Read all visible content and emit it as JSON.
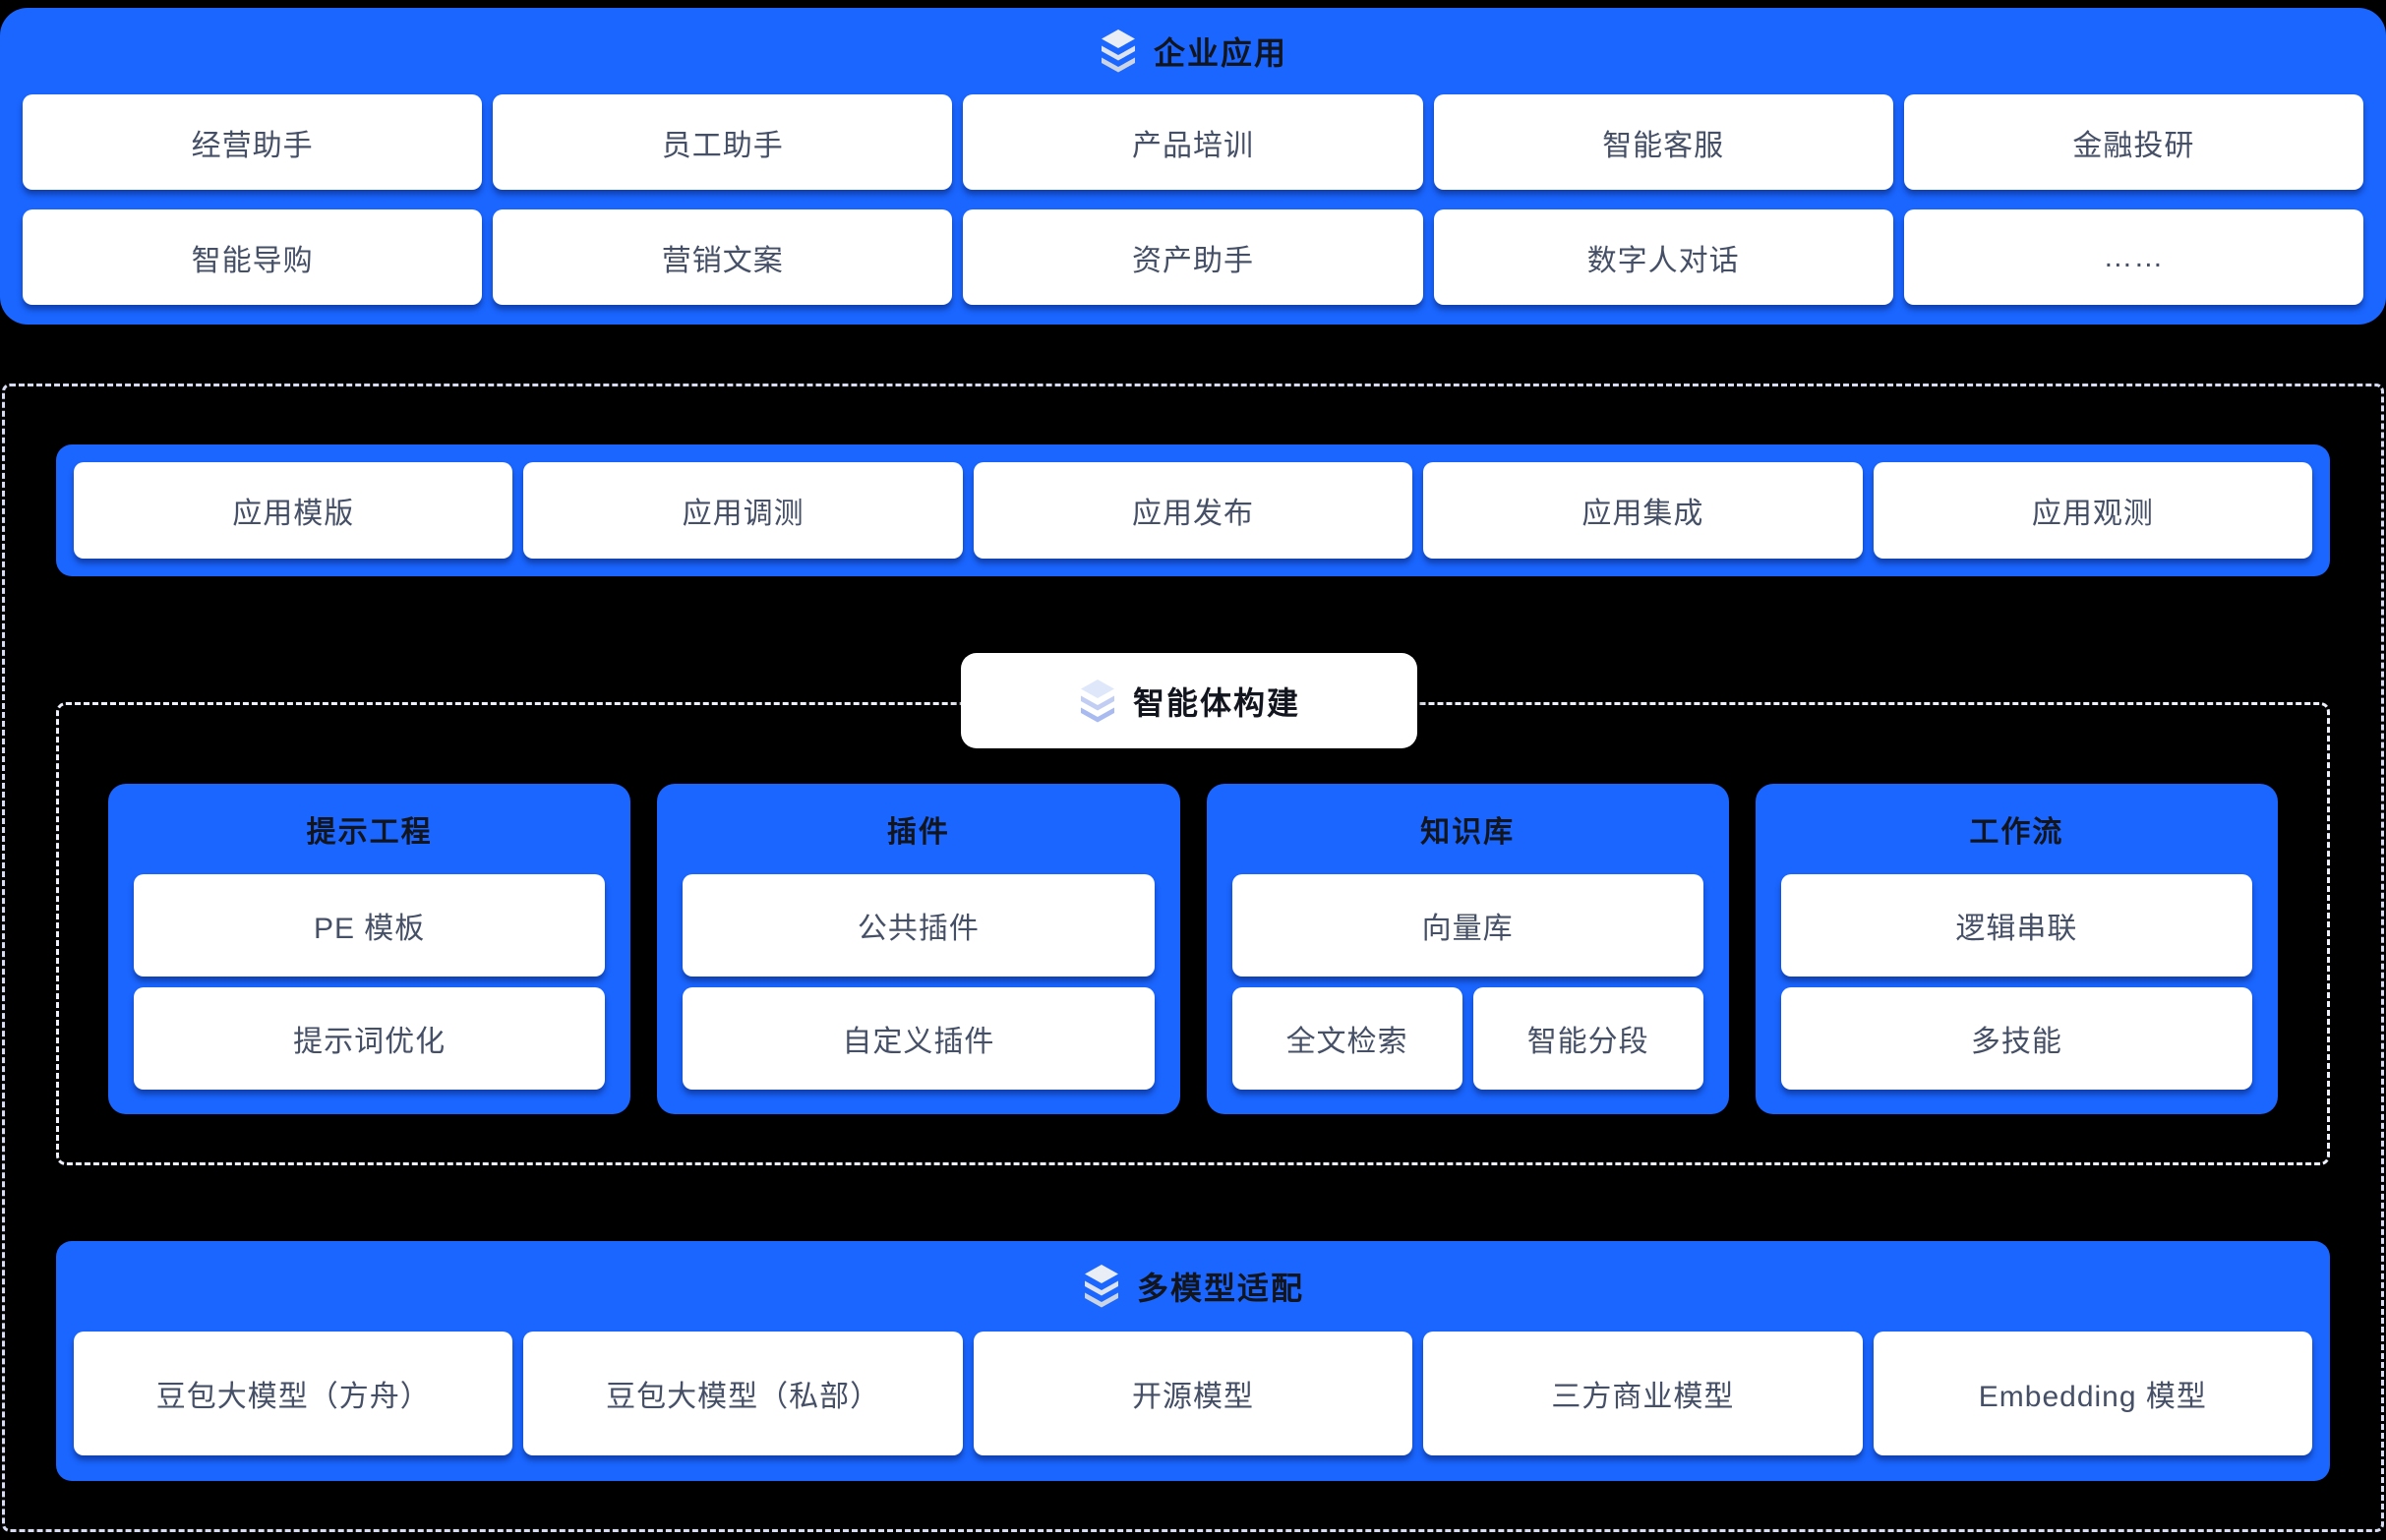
{
  "colors": {
    "primary_blue": "#1a66ff",
    "box_text": "#454f66",
    "title_text": "#12151d",
    "outer_dash": "#d7dcf2",
    "inner_dash": "#eef1fb",
    "background": "#000000"
  },
  "enterprise_apps": {
    "icon": "layers-icon",
    "title": "企业应用",
    "apps_row1": [
      "经营助手",
      "员工助手",
      "产品培训",
      "智能客服",
      "金融投研"
    ],
    "apps_row2": [
      "智能导购",
      "营销文案",
      "资产助手",
      "数字人对话",
      "……"
    ]
  },
  "app_toolbar": {
    "items": [
      "应用模版",
      "应用调测",
      "应用发布",
      "应用集成",
      "应用观测"
    ]
  },
  "agent_building": {
    "icon": "layers-icon",
    "title": "智能体构建",
    "cards": [
      {
        "title": "提示工程",
        "items": [
          "PE 模板",
          "提示词优化"
        ]
      },
      {
        "title": "插件",
        "items": [
          "公共插件",
          "自定义插件"
        ]
      },
      {
        "title": "知识库",
        "item_full": "向量库",
        "items_split": [
          "全文检索",
          "智能分段"
        ]
      },
      {
        "title": "工作流",
        "items": [
          "逻辑串联",
          "多技能"
        ]
      }
    ]
  },
  "model_adaptation": {
    "icon": "layers-icon",
    "title": "多模型适配",
    "models": [
      "豆包大模型（方舟）",
      "豆包大模型（私部）",
      "开源模型",
      "三方商业模型",
      "Embedding 模型"
    ]
  }
}
